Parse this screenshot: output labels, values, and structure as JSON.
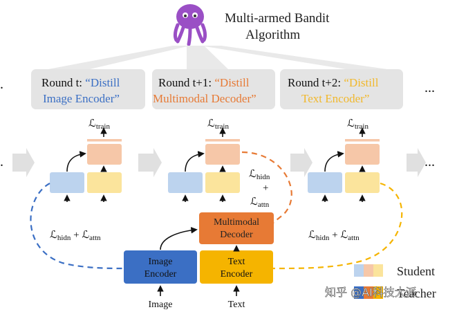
{
  "title": {
    "line1": "Multi-armed Bandit",
    "line2": "Algorithm"
  },
  "rounds": [
    {
      "prefix": "Round t: ",
      "quote1": "“Distill",
      "line2": "Image Encoder”",
      "color": "#3b6fc4"
    },
    {
      "prefix": "Round t+1: ",
      "quote1": "“Distill",
      "line2": "Multimodal Decoder”",
      "color": "#e77a35"
    },
    {
      "prefix": "Round t+2: ",
      "quote1": "“Distill",
      "line2": "Text Encoder”",
      "color": "#f1b82c"
    }
  ],
  "ellipsis": "...",
  "losses": {
    "train_main": "ℒ",
    "train_sub": "train",
    "hidn_main": "ℒ",
    "hidn_sub": "hidn",
    "plus": "+",
    "attn_main": "ℒ",
    "attn_sub": "attn"
  },
  "teacher": {
    "multimodal": {
      "line1": "Multimodal",
      "line2": "Decoder"
    },
    "image": {
      "line1": "Image",
      "line2": "Encoder"
    },
    "text": {
      "line1": "Text",
      "line2": "Encoder"
    }
  },
  "inputs": {
    "image": "Image",
    "text": "Text"
  },
  "legend": {
    "student": "Student",
    "teacher": "Teacher"
  },
  "watermark": "知乎 @AI科技大派",
  "colors": {
    "blue_dark": "#3b6fc4",
    "orange_dark": "#e77a35",
    "yellow_dark": "#f5b400",
    "blue_light": "#bcd3ee",
    "orange_light": "#f6c7a8",
    "yellow_light": "#fbe49c",
    "panel_gray": "#e4e4e4"
  }
}
